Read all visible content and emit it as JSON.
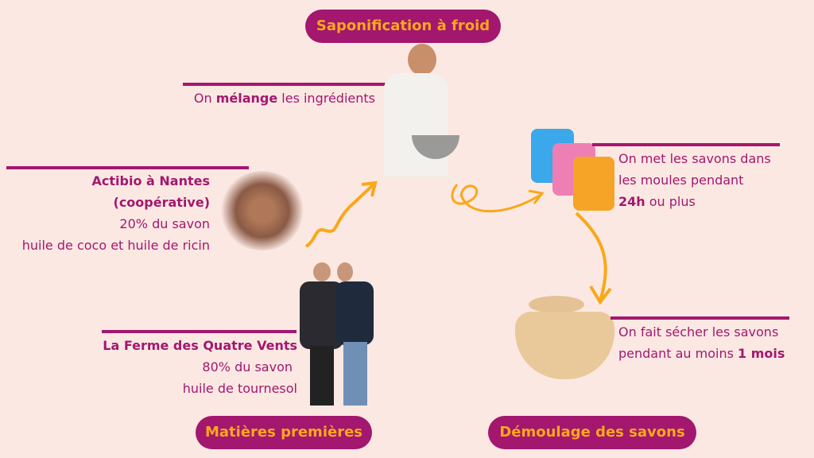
{
  "colors": {
    "background": "#fce8e2",
    "primary": "#a3176f",
    "accent": "#f9a81a"
  },
  "titles": {
    "saponification": "Saponification à froid",
    "matieres": "Matières premières",
    "demoulage": "Démoulage des savons"
  },
  "melange": {
    "pre": "On ",
    "bold": "mélange",
    "post": " les ingrédients"
  },
  "actibio": {
    "line1": "Actibio à Nantes",
    "line2": "(coopérative)",
    "line3": "20% du savon",
    "line4": "huile de coco et huile de ricin"
  },
  "ferme": {
    "line1": "La Ferme des Quatre Vents",
    "line2": "80% du savon",
    "line3": "huile de tournesol"
  },
  "moules": {
    "line1": "On met les savons dans",
    "line2": "les moules pendant",
    "bold": "24h",
    "post": " ou plus"
  },
  "sechage": {
    "line1": "On fait sécher les savons",
    "pre": "pendant au moins ",
    "bold": "1 mois"
  }
}
